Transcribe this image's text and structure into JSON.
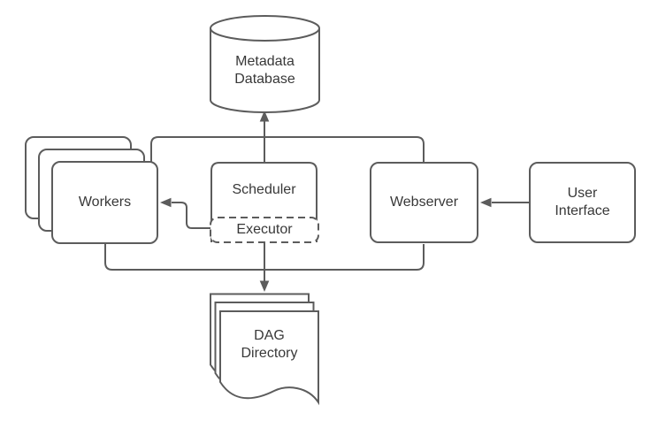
{
  "diagram": {
    "type": "architecture-flowchart",
    "background_color": "#ffffff",
    "stroke_color": "#5c5c5c",
    "text_color": "#383838",
    "nodes": {
      "metadata_database": {
        "label": "Metadata\nDatabase",
        "shape": "cylinder"
      },
      "workers": {
        "label": "Workers",
        "shape": "stacked-rounded-rect",
        "stack_count": 3
      },
      "scheduler": {
        "label": "Scheduler",
        "shape": "rounded-rect"
      },
      "executor": {
        "label": "Executor",
        "shape": "dashed-rounded-rect",
        "parent": "scheduler"
      },
      "webserver": {
        "label": "Webserver",
        "shape": "rounded-rect"
      },
      "user_interface": {
        "label": "User\nInterface",
        "shape": "rounded-rect"
      },
      "dag_directory": {
        "label": "DAG\nDirectory",
        "shape": "stacked-document",
        "stack_count": 3
      }
    },
    "edges": [
      {
        "from": "scheduler",
        "to": "metadata_database",
        "arrow": true
      },
      {
        "from": "workers",
        "to": "metadata_database",
        "via": "top-bus",
        "arrow": false
      },
      {
        "from": "webserver",
        "to": "metadata_database",
        "via": "top-bus",
        "arrow": false
      },
      {
        "from": "executor",
        "to": "workers",
        "arrow": true
      },
      {
        "from": "user_interface",
        "to": "webserver",
        "arrow": true
      },
      {
        "from": "executor",
        "to": "dag_directory",
        "arrow": true
      },
      {
        "from": "workers",
        "to": "dag_directory",
        "via": "bottom-bus",
        "arrow": false
      },
      {
        "from": "webserver",
        "to": "dag_directory",
        "via": "bottom-bus",
        "arrow": false
      }
    ]
  }
}
